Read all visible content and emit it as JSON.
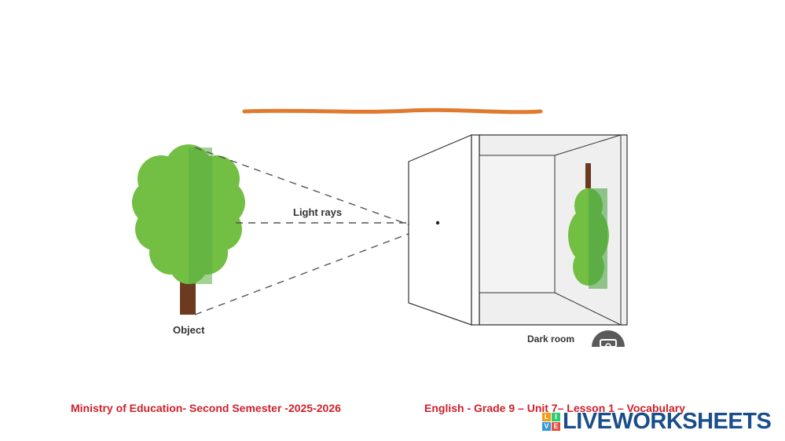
{
  "diagram": {
    "labels": {
      "light_rays": "Light rays",
      "object": "Object",
      "dark_room": "Dark room"
    }
  },
  "footer": {
    "left": "Ministry of Education- Second  Semester -2025-2026",
    "right": "English - Grade 9 – Unit 7– Lesson 1 – Vocabulary"
  },
  "brand": {
    "logo_letters": [
      "L",
      "I",
      "V",
      "E"
    ],
    "name": "LIVEWORKSHEETS"
  },
  "colors": {
    "accent_line": "#e07a2e",
    "tree_light": "#72bf44",
    "tree_dark": "#4ea444",
    "trunk": "#6b3a1f",
    "room_wall": "#efefef",
    "footer_text": "#d0202a",
    "brand": "#1a4e8a"
  },
  "icons": [
    "camera-icon"
  ]
}
